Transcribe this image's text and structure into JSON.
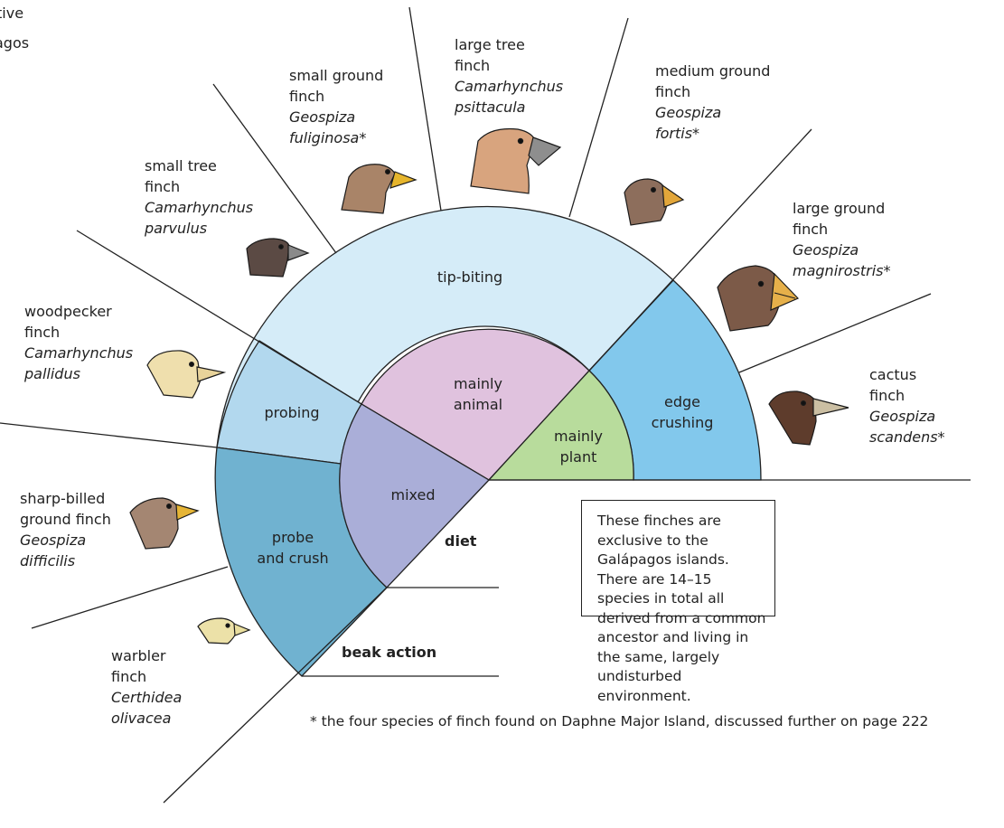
{
  "title_lines": [
    "tive",
    "agos"
  ],
  "sectors": {
    "tip_biting": "tip-biting",
    "edge_crushing": [
      "edge",
      "crushing"
    ],
    "probing": "probing",
    "probe_and_crush": [
      "probe",
      "and crush"
    ]
  },
  "diet": {
    "mainly_animal": [
      "mainly",
      "animal"
    ],
    "mainly_plant": [
      "mainly",
      "plant"
    ],
    "mixed": "mixed"
  },
  "axis_labels": {
    "diet": "diet",
    "beak_action": "beak action"
  },
  "finches": {
    "small_ground": {
      "common": [
        "small ground",
        "finch"
      ],
      "latin": [
        "Geospiza",
        "fuliginosa*"
      ]
    },
    "large_tree": {
      "common": [
        "large tree",
        "finch"
      ],
      "latin": [
        "Camarhynchus",
        "psittacula"
      ]
    },
    "medium_ground": {
      "common": [
        "medium ground",
        "finch"
      ],
      "latin": [
        "Geospiza",
        "fortis*"
      ]
    },
    "small_tree": {
      "common": [
        "small tree",
        "finch"
      ],
      "latin": [
        "Camarhynchus",
        "parvulus"
      ]
    },
    "large_ground": {
      "common": [
        "large ground",
        "finch"
      ],
      "latin": [
        "Geospiza",
        "magnirostris*"
      ]
    },
    "woodpecker": {
      "common": [
        "woodpecker",
        "finch"
      ],
      "latin": [
        "Camarhynchus",
        "pallidus"
      ]
    },
    "cactus": {
      "common": [
        "cactus",
        "finch"
      ],
      "latin": [
        "Geospiza",
        "scandens*"
      ]
    },
    "sharp_billed": {
      "common": [
        "sharp-billed",
        "ground finch"
      ],
      "latin": [
        "Geospiza",
        "difficilis"
      ]
    },
    "warbler": {
      "common": [
        "warbler",
        "finch"
      ],
      "latin": [
        "Certhidea",
        "olivacea"
      ]
    }
  },
  "note": "These finches are exclusive to the Galápagos islands. There are 14–15 species in total all derived from a common ancestor and living in the same, largely undisturbed environment.",
  "footnote": "* the four species of finch found on Daphne Major Island, discussed further on page 222",
  "colors": {
    "tip_biting": "#d5ecf8",
    "edge_crushing": "#82c8ec",
    "probing": "#b2d8ee",
    "probe_and_crush": "#70b2d0",
    "mainly_animal": "#e0c2de",
    "mainly_plant": "#b8dc9c",
    "mixed": "#aaaed8"
  }
}
